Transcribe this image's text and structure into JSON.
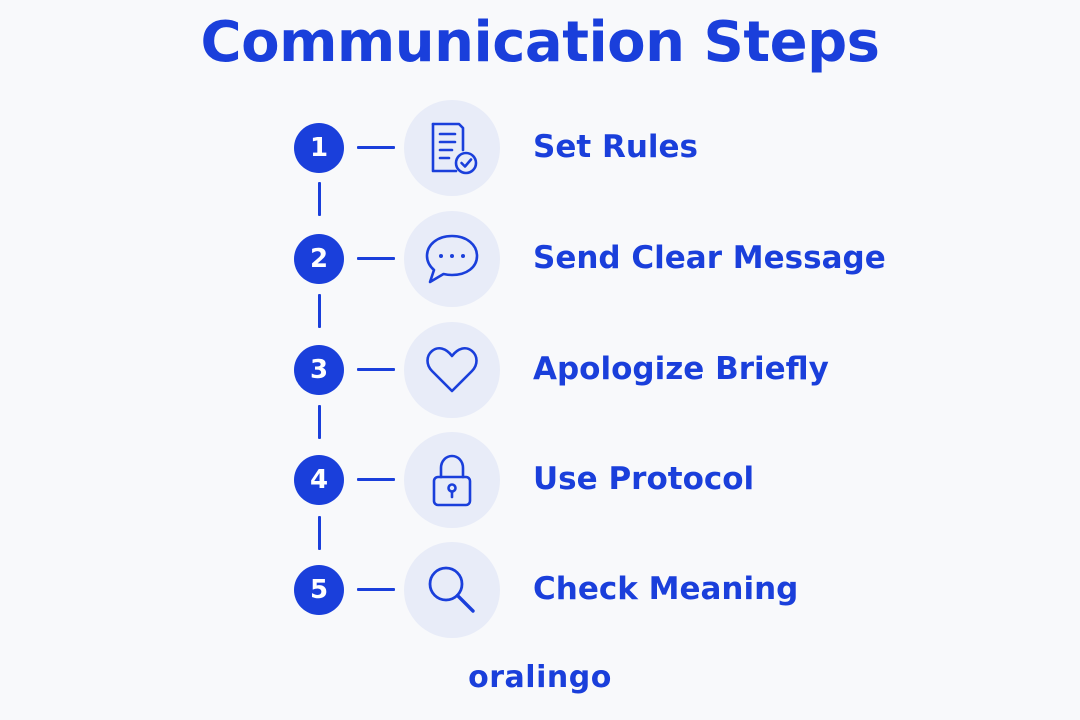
{
  "title": "Communication Steps",
  "brand": "oralingo",
  "accent_color": "#1a3fdb",
  "icon_bg_color": "#e8ecf8",
  "steps": [
    {
      "number": "1",
      "label": "Set Rules",
      "icon": "document-check-icon"
    },
    {
      "number": "2",
      "label": "Send Clear Message",
      "icon": "chat-bubble-icon"
    },
    {
      "number": "3",
      "label": "Apologize Briefly",
      "icon": "heart-icon"
    },
    {
      "number": "4",
      "label": "Use Protocol",
      "icon": "padlock-icon"
    },
    {
      "number": "5",
      "label": "Check Meaning",
      "icon": "magnifier-icon"
    }
  ]
}
